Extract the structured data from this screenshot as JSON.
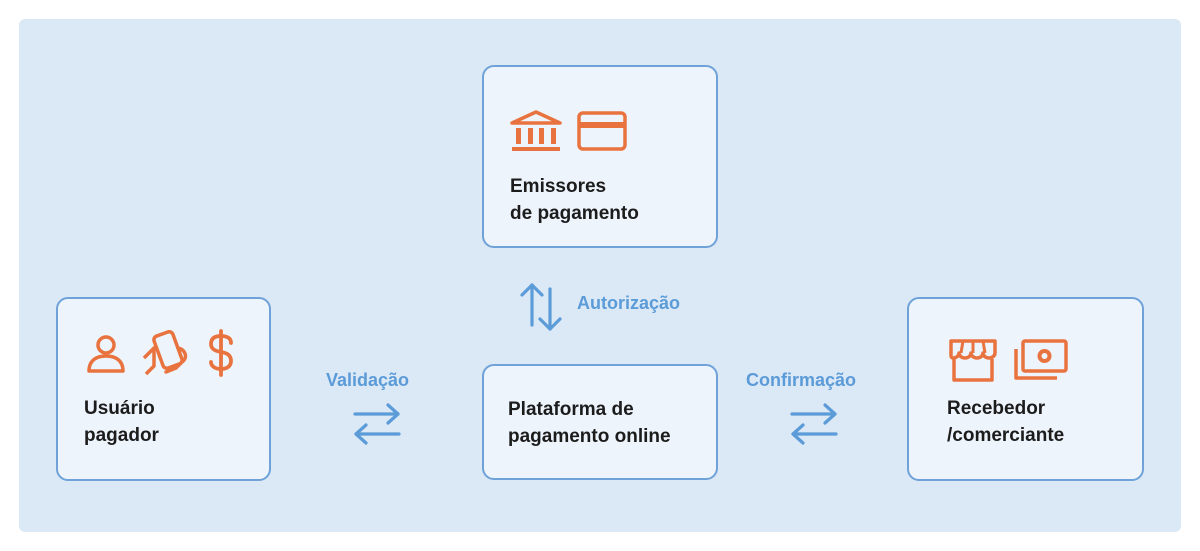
{
  "colors": {
    "accent_orange": "#e8733f",
    "arrow_blue": "#5b9bd8",
    "box_border": "#6ea2d8",
    "box_fill": "#eef4fc",
    "panel_bg": "#dbe8f6"
  },
  "nodes": {
    "issuers": {
      "line1": "Emissores",
      "line2": "de pagamento",
      "icons": [
        "bank-icon",
        "credit-card-icon"
      ]
    },
    "payer": {
      "line1": "Usuário",
      "line2": "pagador",
      "icons": [
        "person-icon",
        "phone-in-hand-icon",
        "dollar-icon"
      ]
    },
    "platform": {
      "line1": "Plataforma de",
      "line2": "pagamento online"
    },
    "merchant": {
      "line1": "Recebedor",
      "line2": "/comerciante",
      "icons": [
        "storefront-icon",
        "cash-icon"
      ]
    }
  },
  "flows": {
    "authorization": "Autorização",
    "validation": "Validação",
    "confirmation": "Confirmação"
  }
}
